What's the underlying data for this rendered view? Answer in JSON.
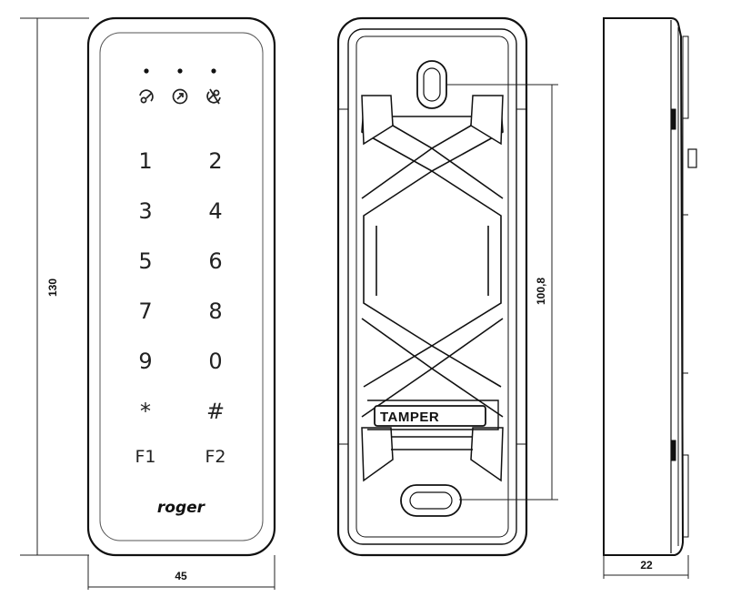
{
  "dimensions": {
    "height": "130",
    "width": "45",
    "mount_height": "100,8",
    "depth": "22"
  },
  "front": {
    "keys": [
      "1",
      "2",
      "3",
      "4",
      "5",
      "6",
      "7",
      "8",
      "9",
      "0",
      "*",
      "#"
    ],
    "function_keys": [
      "F1",
      "F2"
    ],
    "brand": "roger",
    "led_icons": [
      "led-locked-icon",
      "led-access-icon",
      "led-unlocked-icon"
    ]
  },
  "back": {
    "tamper_label": "TAMPER"
  }
}
